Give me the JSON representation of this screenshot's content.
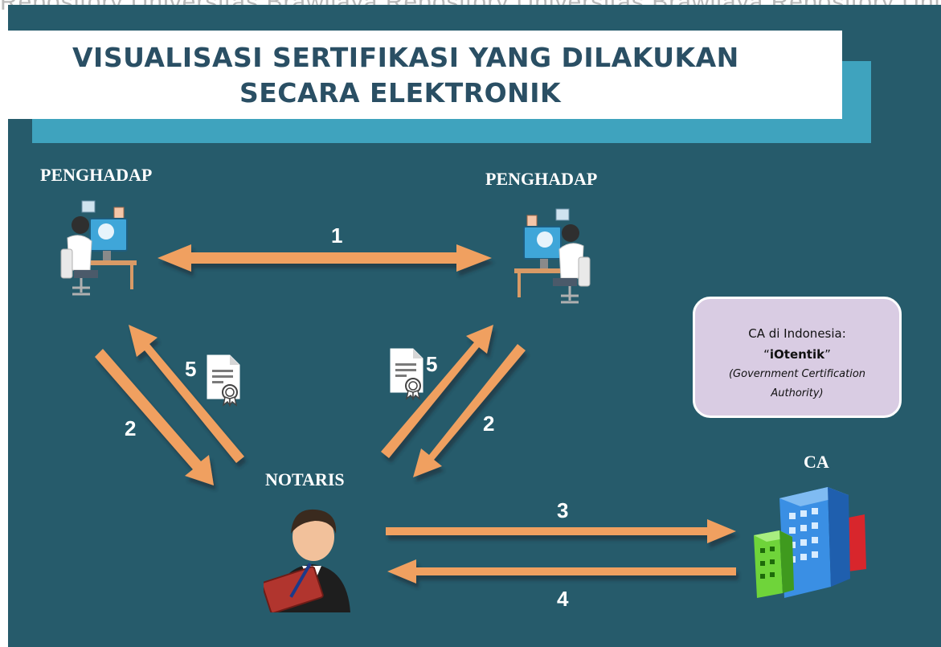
{
  "watermark": "Repository Universitas Brawijaya    Repository Universitas Brawijaya    Repository Universitas Brawijaya",
  "title": {
    "line1": "VISUALISASI SERTIFIKASI YANG DILAKUKAN",
    "line2": "SECARA ELEKTRONIK"
  },
  "nodes": {
    "penghadap_left": "PENGHADAP",
    "penghadap_right": "PENGHADAP",
    "notaris": "NOTARIS",
    "ca": "CA"
  },
  "arrow_numbers": {
    "n1": "1",
    "n2_left": "2",
    "n2_right": "2",
    "n3": "3",
    "n4": "4",
    "n5_left": "5",
    "n5_right": "5"
  },
  "callout": {
    "line1": "CA di Indonesia:",
    "line2_open": "“",
    "line2_name": "iOtentik",
    "line2_close": "”",
    "line3": "(Government Certification",
    "line4": "Authority)"
  },
  "icons": [
    "computer-user-icon",
    "computer-user-icon",
    "notary-person-icon",
    "certificate-document-icon",
    "certificate-document-icon",
    "office-buildings-icon"
  ],
  "colors": {
    "background": "#265b6b",
    "accent": "#3fa3be",
    "arrow": "#f0a060",
    "title_text": "#2a4f64",
    "callout_fill": "#d9cce3"
  }
}
